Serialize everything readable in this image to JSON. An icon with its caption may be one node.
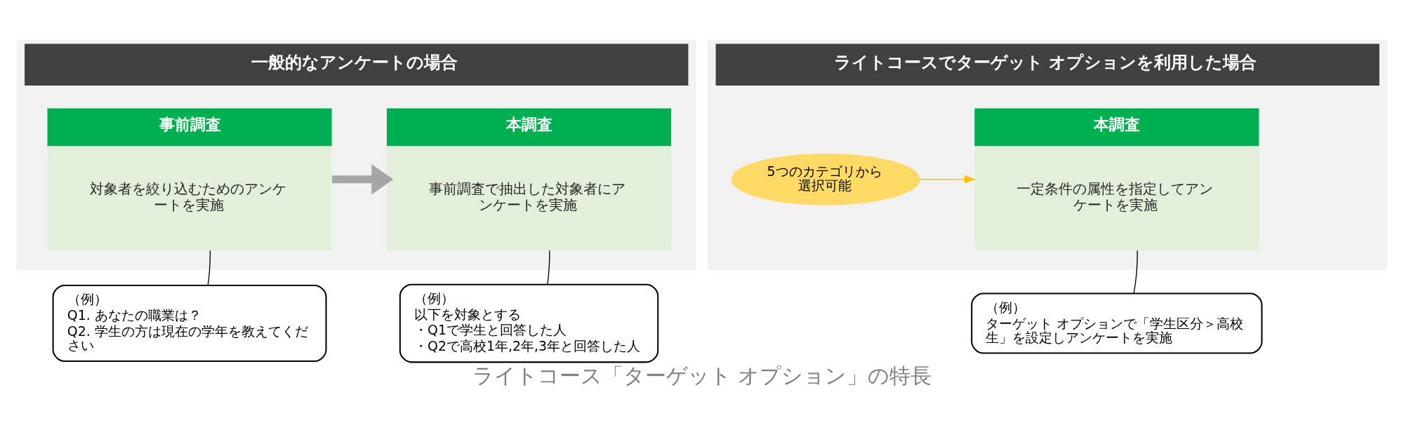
{
  "diagram": {
    "caption": "ライトコース「ターゲット オプション」の特長",
    "nodes": [
      {
        "text": [
          "一般的なアンケートの場合"
        ]
      },
      {
        "text": [
          "事前調査",
          "対象者を絞り込むためのアンケートを実施"
        ],
        "in": 0
      },
      {
        "text": [
          "本調査",
          "事前調査で抽出した対象者にアンケートを実施"
        ],
        "in": 0
      },
      {
        "text": [
          "（例）",
          "Q1. あなたの職業は？",
          "Q2. 学生の方は現在の学年を教えてください"
        ]
      },
      {
        "text": [
          "（例）",
          "以下を対象とする",
          "・Q1で学生と回答した人",
          "・Q2で高校1年,2年,3年と回答した人"
        ]
      },
      {
        "text": [
          "ライトコースでターゲット オプションを利用した場合"
        ]
      },
      {
        "text": [
          "本調査",
          "一定条件の属性を指定してアンケートを実施"
        ],
        "in": 5
      },
      {
        "text": [
          "5つのカテゴリから選択可能"
        ],
        "in": 5
      },
      {
        "text": [
          "（例）",
          "ターゲット オプションで「学生区分＞高校生」を設定しアンケートを実施"
        ]
      }
    ],
    "edges": [
      {
        "from": 1,
        "to": 2,
        "arrow": "to",
        "style": "thick",
        "color": "#a6a6a6"
      },
      {
        "from": 3,
        "to": 1,
        "arrow": "none"
      },
      {
        "from": 4,
        "to": 2,
        "arrow": "none"
      },
      {
        "from": 7,
        "to": 6,
        "arrow": "to",
        "color": "#ffc000"
      },
      {
        "from": 8,
        "to": 6,
        "arrow": "none"
      }
    ]
  }
}
